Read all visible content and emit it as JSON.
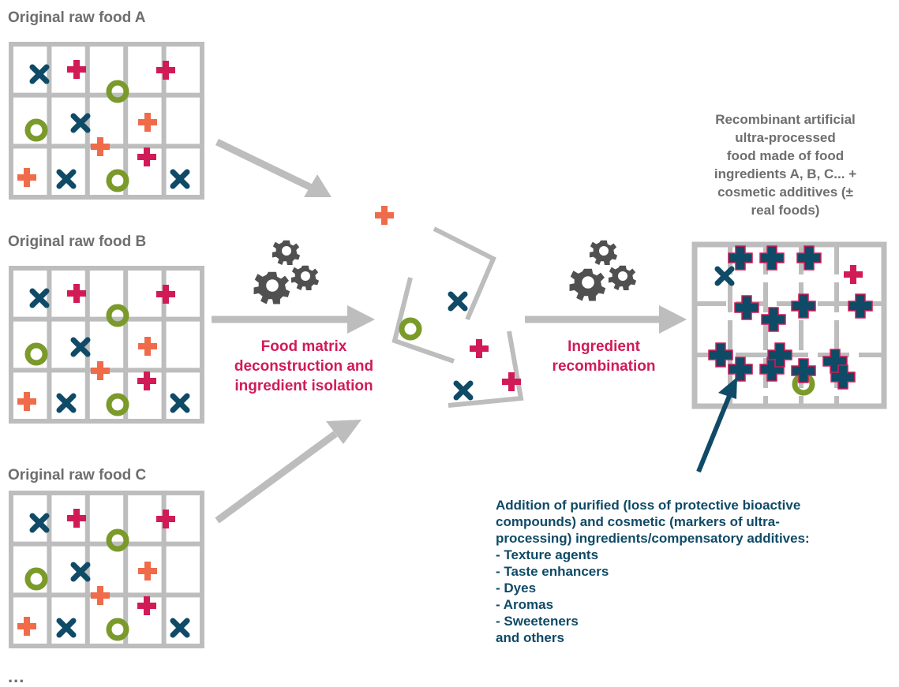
{
  "foods": [
    {
      "label": "Original raw food A"
    },
    {
      "label": "Original raw food B"
    },
    {
      "label": "Original raw food C"
    }
  ],
  "ellipsis": "...",
  "steps": {
    "deconstruction": [
      "Food matrix",
      "deconstruction and",
      "ingredient isolation"
    ],
    "recombination": [
      "Ingredient",
      "recombination"
    ]
  },
  "result_label": [
    "Recombinant artificial",
    "ultra-processed",
    "food made of food",
    "ingredients A, B, C... +",
    "cosmetic additives (±",
    "real foods)"
  ],
  "additives_note": {
    "intro": [
      "Addition of purified (loss of protective bioactive",
      "compounds) and cosmetic (markers of ultra-",
      "processing) ingredients/compensatory additives:"
    ],
    "items": [
      "- Texture agents",
      "- Taste enhancers",
      "- Dyes",
      "- Aromas",
      "- Sweeteners"
    ],
    "outro": "and others"
  },
  "colors": {
    "grid": "#bdbdbd",
    "arrow": "#bdbdbd",
    "cross": "#0f4a66",
    "plus_red": "#d11b56",
    "plus_orange": "#ef6b4a",
    "ring": "#7a9a2a",
    "gear": "#505050",
    "step_text": "#d11b56",
    "note_text": "#0f4a66",
    "label_text": "#6e6e6e"
  }
}
